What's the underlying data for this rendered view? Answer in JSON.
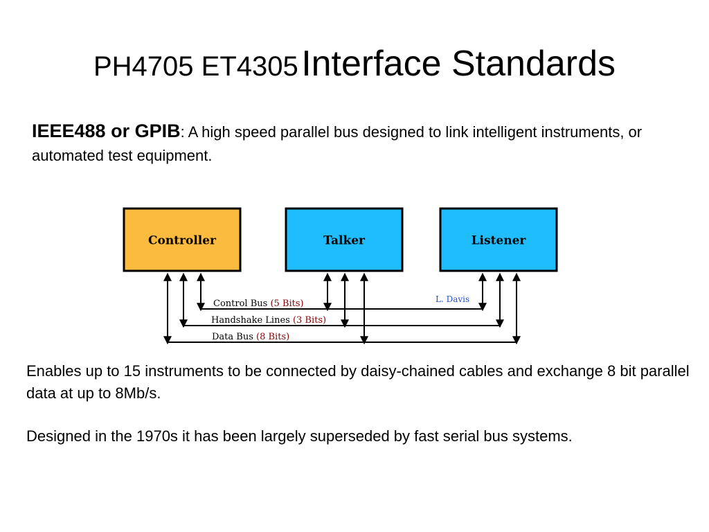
{
  "title": {
    "part1": "PH4705 ET4305",
    "part2": "Interface Standards"
  },
  "intro": {
    "term": "IEEE488 or GPIB",
    "description": ": A high speed parallel bus designed to link intelligent instruments, or automated test equipment."
  },
  "diagram": {
    "boxes": [
      {
        "id": "controller",
        "label": "Controller",
        "color": "#fbbb3f"
      },
      {
        "id": "talker",
        "label": "Talker",
        "color": "#1fbdfc"
      },
      {
        "id": "listener",
        "label": "Listener",
        "color": "#1fbdfc"
      }
    ],
    "buses": [
      {
        "id": "control",
        "name": "Control Bus",
        "bits": "(5 Bits)"
      },
      {
        "id": "handshake",
        "name": "Handshake Lines",
        "bits": "(3 Bits)"
      },
      {
        "id": "data",
        "name": "Data Bus",
        "bits": "(8 Bits)"
      }
    ],
    "credit": "L. Davis"
  },
  "body": {
    "para1": "Enables up to 15 instruments to be connected by daisy-chained cables and exchange 8 bit parallel data at up to 8Mb/s.",
    "para2": "Designed in the 1970s it has been largely superseded by fast serial bus systems."
  }
}
